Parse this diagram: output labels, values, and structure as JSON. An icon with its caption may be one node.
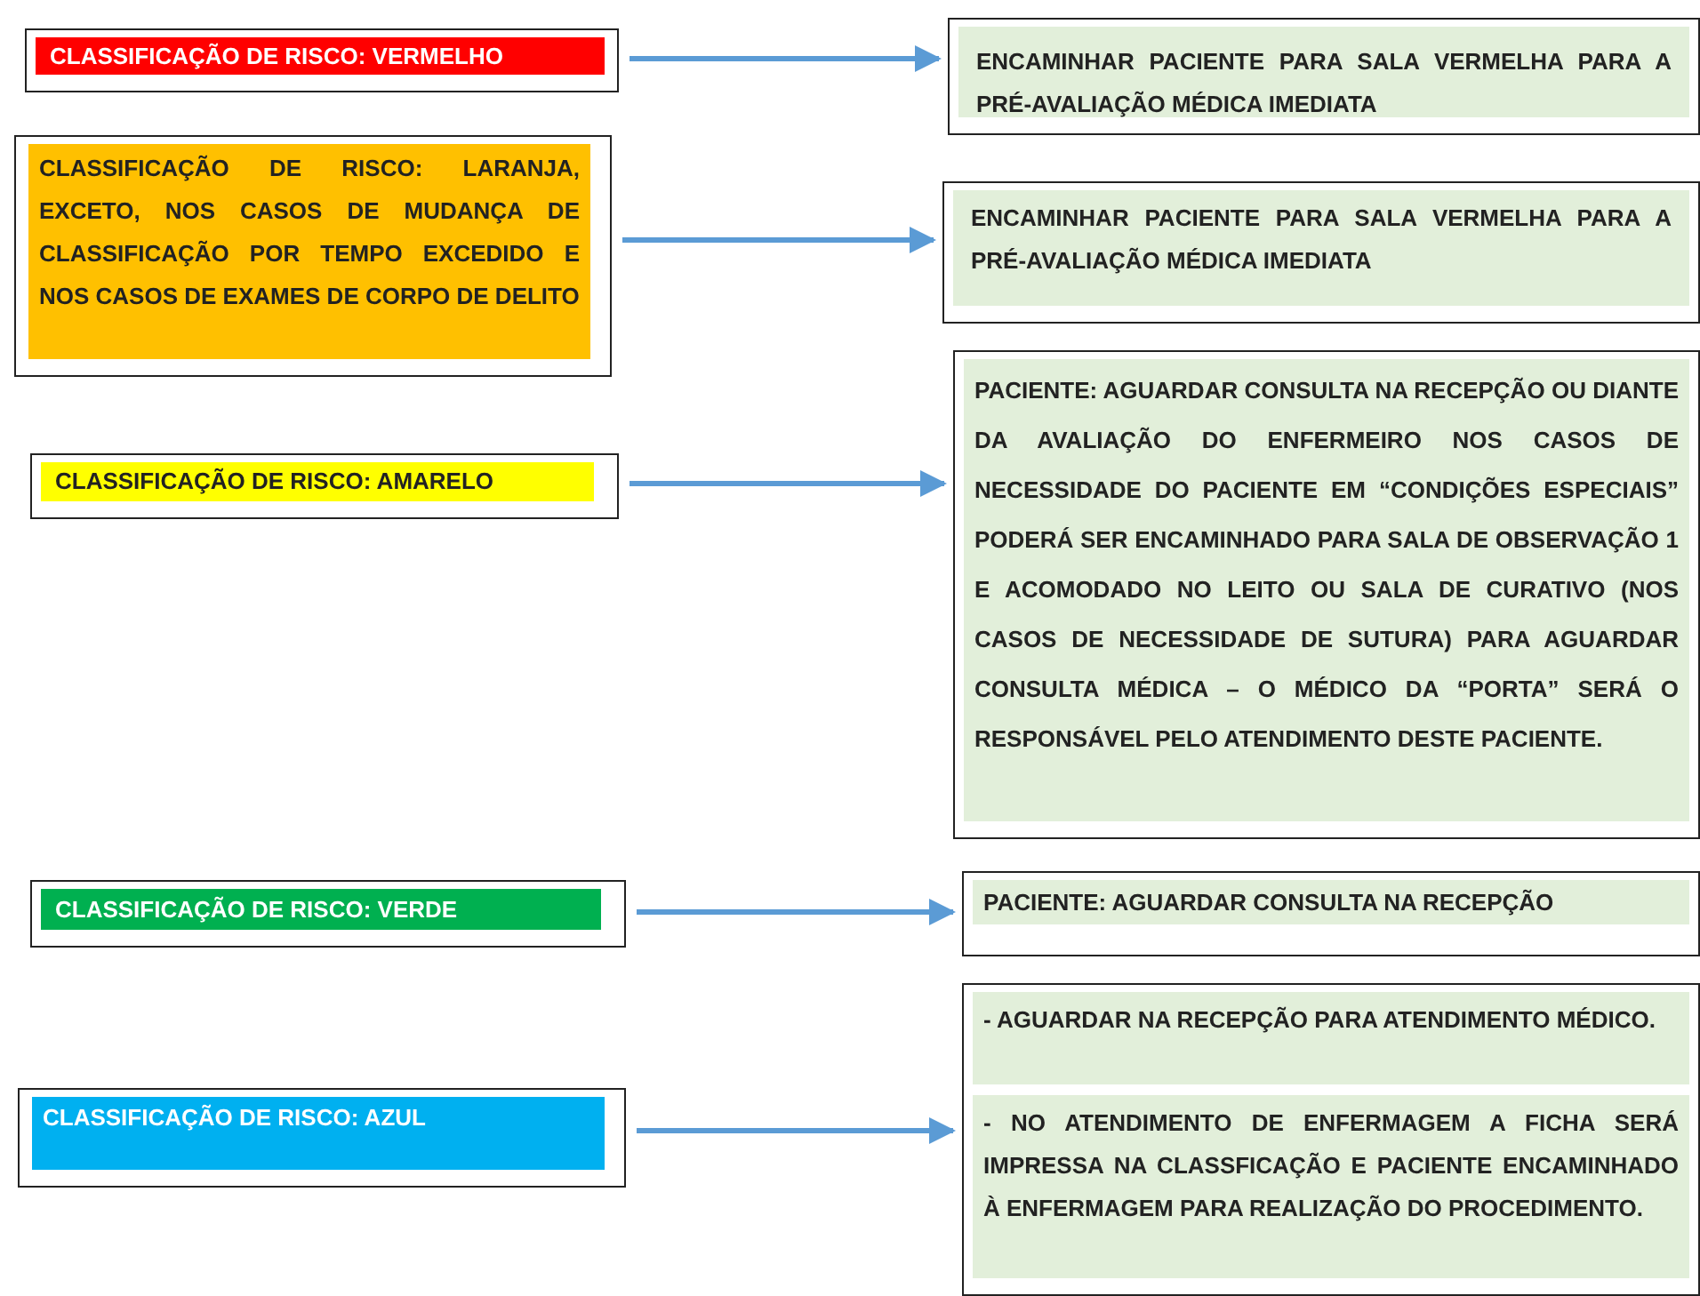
{
  "diagram": {
    "nodes": [
      {
        "text": [
          "CLASSIFICAÇÃO DE RISCO: VERMELHO"
        ]
      },
      {
        "text": [
          "CLASSIFICAÇÃO DE RISCO: LARANJA, EXCETO, NOS CASOS DE MUDANÇA DE CLASSIFICAÇÃO POR TEMPO EXCEDIDO E NOS CASOS DE EXAMES DE CORPO DE DELITO"
        ]
      },
      {
        "text": [
          "CLASSIFICAÇÃO DE RISCO: AMARELO"
        ]
      },
      {
        "text": [
          "CLASSIFICAÇÃO DE RISCO: VERDE"
        ]
      },
      {
        "text": [
          "CLASSIFICAÇÃO DE RISCO: AZUL"
        ]
      },
      {
        "text": [
          "ENCAMINHAR PACIENTE PARA SALA VERMELHA PARA A PRÉ-AVALIAÇÃO MÉDICA IMEDIATA"
        ]
      },
      {
        "text": [
          "ENCAMINHAR PACIENTE PARA SALA VERMELHA PARA A PRÉ-AVALIAÇÃO MÉDICA IMEDIATA"
        ]
      },
      {
        "text": [
          "PACIENTE: AGUARDAR CONSULTA NA RECEPÇÃO OU DIANTE DA AVALIAÇÃO DO ENFERMEIRO NOS CASOS DE NECESSIDADE DO PACIENTE EM “CONDIÇÕES ESPECIAIS” PODERÁ SER ENCAMINHADO PARA SALA DE OBSERVAÇÃO 1 E ACOMODADO NO LEITO OU SALA DE CURATIVO (NOS CASOS DE NECESSIDADE DE SUTURA) PARA AGUARDAR CONSULTA MÉDICA – O MÉDICO DA “PORTA” SERÁ O RESPONSÁVEL PELO ATENDIMENTO DESTE PACIENTE."
        ]
      },
      {
        "text": [
          "PACIENTE: AGUARDAR CONSULTA NA RECEPÇÃO"
        ]
      },
      {
        "text": [
          "- AGUARDAR NA RECEPÇÃO PARA ATENDIMENTO MÉDICO.",
          "- NO ATENDIMENTO DE ENFERMAGEM A FICHA SERÁ IMPRESSA NA CLASSFICAÇÃO E PACIENTE ENCAMINHADO À ENFERMAGEM PARA REALIZAÇÃO DO PROCEDIMENTO."
        ]
      }
    ],
    "edges": [
      {
        "from": 0,
        "to": 5,
        "arrow": "to"
      },
      {
        "from": 1,
        "to": 6,
        "arrow": "to"
      },
      {
        "from": 2,
        "to": 7,
        "arrow": "to"
      },
      {
        "from": 3,
        "to": 8,
        "arrow": "to"
      },
      {
        "from": 4,
        "to": 9,
        "arrow": "to"
      }
    ]
  }
}
